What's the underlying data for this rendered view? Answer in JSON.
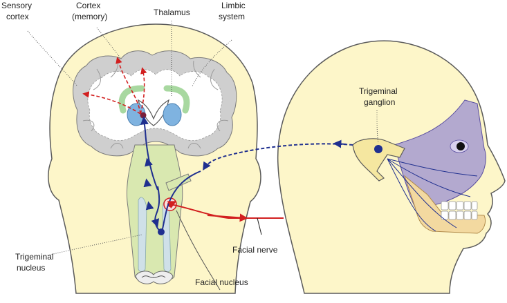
{
  "labels": {
    "sensory_cortex": [
      "Sensory",
      "cortex"
    ],
    "cortex_memory": [
      "Cortex",
      "(memory)"
    ],
    "thalamus": "Thalamus",
    "limbic_system": [
      "Limbic",
      "system"
    ],
    "trigeminal_ganglion": [
      "Trigeminal",
      "ganglion"
    ],
    "facial_nerve": "Facial nerve",
    "trigeminal_nucleus": [
      "Trigeminal",
      "nucleus"
    ],
    "facial_nucleus": "Facial nucleus"
  },
  "colors": {
    "skin": "#fdf6c9",
    "skin_outline": "#5a5a5a",
    "brain": "#cfcfcf",
    "white_matter": "#ffffff",
    "brainstem": "#d9e8b0",
    "thalamus": "#7fb3e0",
    "limbic": "#a8d8a0",
    "sensory_path": "#1f2f8f",
    "motor_path": "#d21f1f",
    "face_innervation": "#9a8fd0"
  }
}
